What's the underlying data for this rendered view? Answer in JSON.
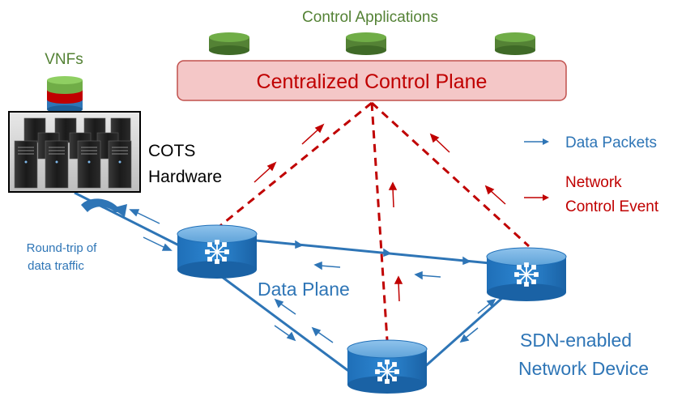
{
  "labels": {
    "control_applications": "Control Applications",
    "centralized_control_plane": "Centralized Control Plane",
    "vnfs": "VNFs",
    "cots_line1": "COTS",
    "cots_line2": "Hardware",
    "roundtrip_line1": "Round-trip of",
    "roundtrip_line2": "data traffic",
    "data_plane": "Data Plane",
    "sdn_line1": "SDN-enabled",
    "sdn_line2": "Network Device"
  },
  "legend": [
    {
      "label": "Data Packets",
      "color": "#2e75b6"
    },
    {
      "label_line1": "Network",
      "label_line2": "Control Event",
      "color": "#c00000"
    }
  ],
  "colors": {
    "control_app": "#548235",
    "control_plane_fill": "#f4c7c7",
    "control_plane_border": "#c0504d",
    "control_link": "#c00000",
    "data_link": "#2e75b6",
    "device": "#2e75b6",
    "vnf_layers": [
      "#70ad47",
      "#c00000",
      "#2e75b6"
    ]
  },
  "icons": [
    "server-rack-icon",
    "switch-icon",
    "roundtrip-arrow-icon"
  ]
}
